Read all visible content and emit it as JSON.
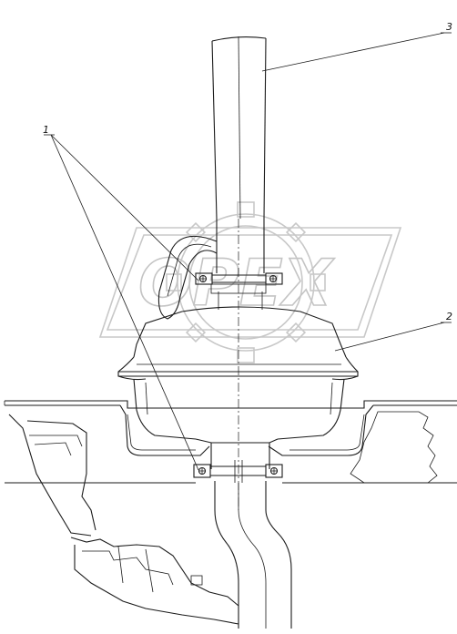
{
  "watermark": {
    "text": "OPEX"
  },
  "callouts": [
    {
      "id": "1",
      "label": "1"
    },
    {
      "id": "2",
      "label": "2"
    },
    {
      "id": "3",
      "label": "3"
    }
  ],
  "colors": {
    "line": "#1a1a1a",
    "watermark": "#c8c8c8",
    "background": "#ffffff"
  }
}
